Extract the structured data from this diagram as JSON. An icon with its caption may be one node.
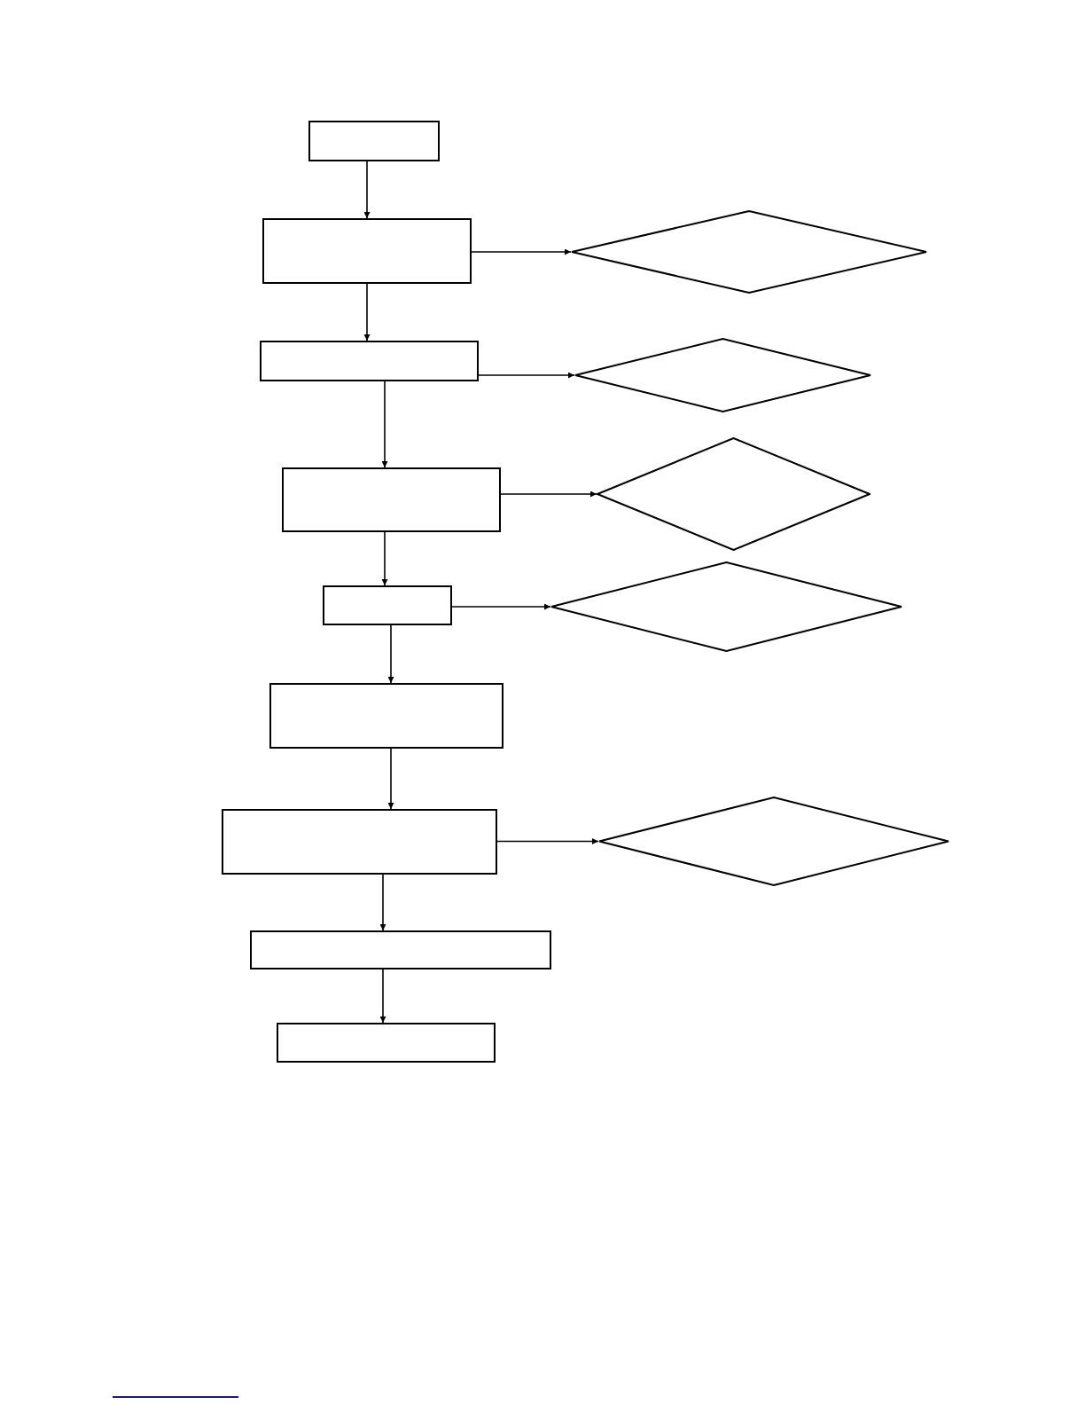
{
  "diagram": {
    "nodes": [
      {
        "text": [],
        "shape": "box"
      },
      {
        "text": [],
        "shape": "box"
      },
      {
        "text": [],
        "shape": "diamond"
      },
      {
        "text": [],
        "shape": "box"
      },
      {
        "text": [],
        "shape": "diamond"
      },
      {
        "text": [],
        "shape": "box"
      },
      {
        "text": [],
        "shape": "diamond"
      },
      {
        "text": [],
        "shape": "box"
      },
      {
        "text": [],
        "shape": "diamond"
      },
      {
        "text": [],
        "shape": "box"
      },
      {
        "text": [],
        "shape": "box"
      },
      {
        "text": [],
        "shape": "diamond"
      },
      {
        "text": [],
        "shape": "box"
      },
      {
        "text": [],
        "shape": "box"
      }
    ],
    "edges": [
      {
        "from": 0,
        "to": 1,
        "arrow": "to"
      },
      {
        "from": 1,
        "to": 2,
        "arrow": "to"
      },
      {
        "from": 1,
        "to": 3,
        "arrow": "to"
      },
      {
        "from": 3,
        "to": 4,
        "arrow": "to"
      },
      {
        "from": 3,
        "to": 5,
        "arrow": "to"
      },
      {
        "from": 5,
        "to": 6,
        "arrow": "to"
      },
      {
        "from": 5,
        "to": 7,
        "arrow": "to"
      },
      {
        "from": 7,
        "to": 8,
        "arrow": "to"
      },
      {
        "from": 7,
        "to": 9,
        "arrow": "to"
      },
      {
        "from": 9,
        "to": 10,
        "arrow": "to"
      },
      {
        "from": 10,
        "to": 11,
        "arrow": "to"
      },
      {
        "from": 10,
        "to": 12,
        "arrow": "to"
      },
      {
        "from": 12,
        "to": 13,
        "arrow": "to"
      }
    ]
  }
}
